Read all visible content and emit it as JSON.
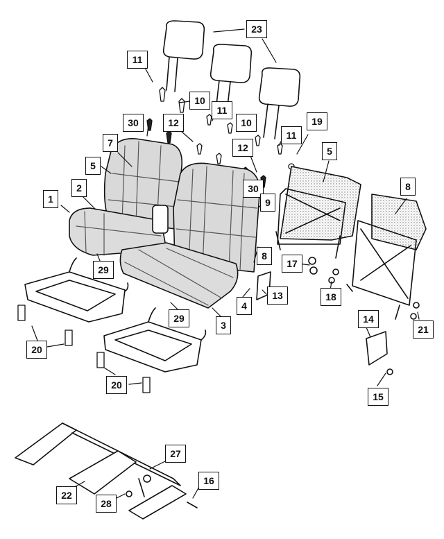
{
  "callouts": {
    "c1": "1",
    "c2": "2",
    "c3": "3",
    "c4": "4",
    "c5a": "5",
    "c5b": "5",
    "c7": "7",
    "c8a": "8",
    "c8b": "8",
    "c9": "9",
    "c10a": "10",
    "c10b": "10",
    "c11a": "11",
    "c11b": "11",
    "c11c": "11",
    "c12a": "12",
    "c12b": "12",
    "c13": "13",
    "c14": "14",
    "c15": "15",
    "c16": "16",
    "c17": "17",
    "c18": "18",
    "c19": "19",
    "c20a": "20",
    "c20b": "20",
    "c21": "21",
    "c22": "22",
    "c23": "23",
    "c27": "27",
    "c28": "28",
    "c29a": "29",
    "c29b": "29",
    "c30a": "30",
    "c30b": "30"
  },
  "colors": {
    "line": "#111111",
    "fabric": "#cfcfcf",
    "background": "#ffffff"
  }
}
